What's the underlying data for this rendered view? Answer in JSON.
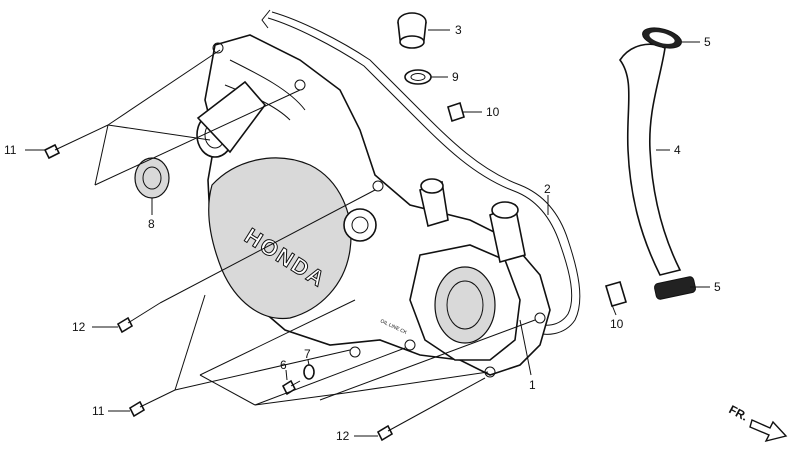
{
  "callouts": {
    "p1": "1",
    "p2": "2",
    "p3": "3",
    "p4": "4",
    "p5a": "5",
    "p5b": "5",
    "p6": "6",
    "p7": "7",
    "p8": "8",
    "p9": "9",
    "p10a": "10",
    "p10b": "10",
    "p11a": "11",
    "p11b": "11",
    "p12a": "12",
    "p12b": "12"
  },
  "logo_text": "HONDA",
  "cast_mark": "OIL LINE CK",
  "direction_label": "FR."
}
